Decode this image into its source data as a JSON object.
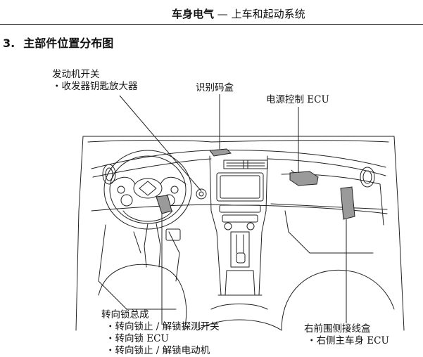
{
  "header": {
    "chapter": "车身电气",
    "separator": " — ",
    "section": "上车和起动系统"
  },
  "page": {
    "section_number": "3.",
    "section_title": "主部件位置分布图"
  },
  "callouts": {
    "engine_switch": {
      "title": "发动机开关",
      "item": "・收发器钥匙放大器"
    },
    "id_code_box": {
      "title": "识别码盒"
    },
    "power_ecu": {
      "title": "电源控制 ECU"
    },
    "steering_lock": {
      "title": "转向锁总成",
      "items": [
        "・转向锁止 / 解锁探测开关",
        "・转向锁 ECU",
        "・转向锁止 / 解锁电动机"
      ]
    },
    "junction_block": {
      "title": "右前围侧接线盒",
      "item": "・右侧主车身 ECU"
    }
  },
  "colors": {
    "text": "#111111",
    "line": "#222222",
    "highlight": "#9a9a9a"
  }
}
